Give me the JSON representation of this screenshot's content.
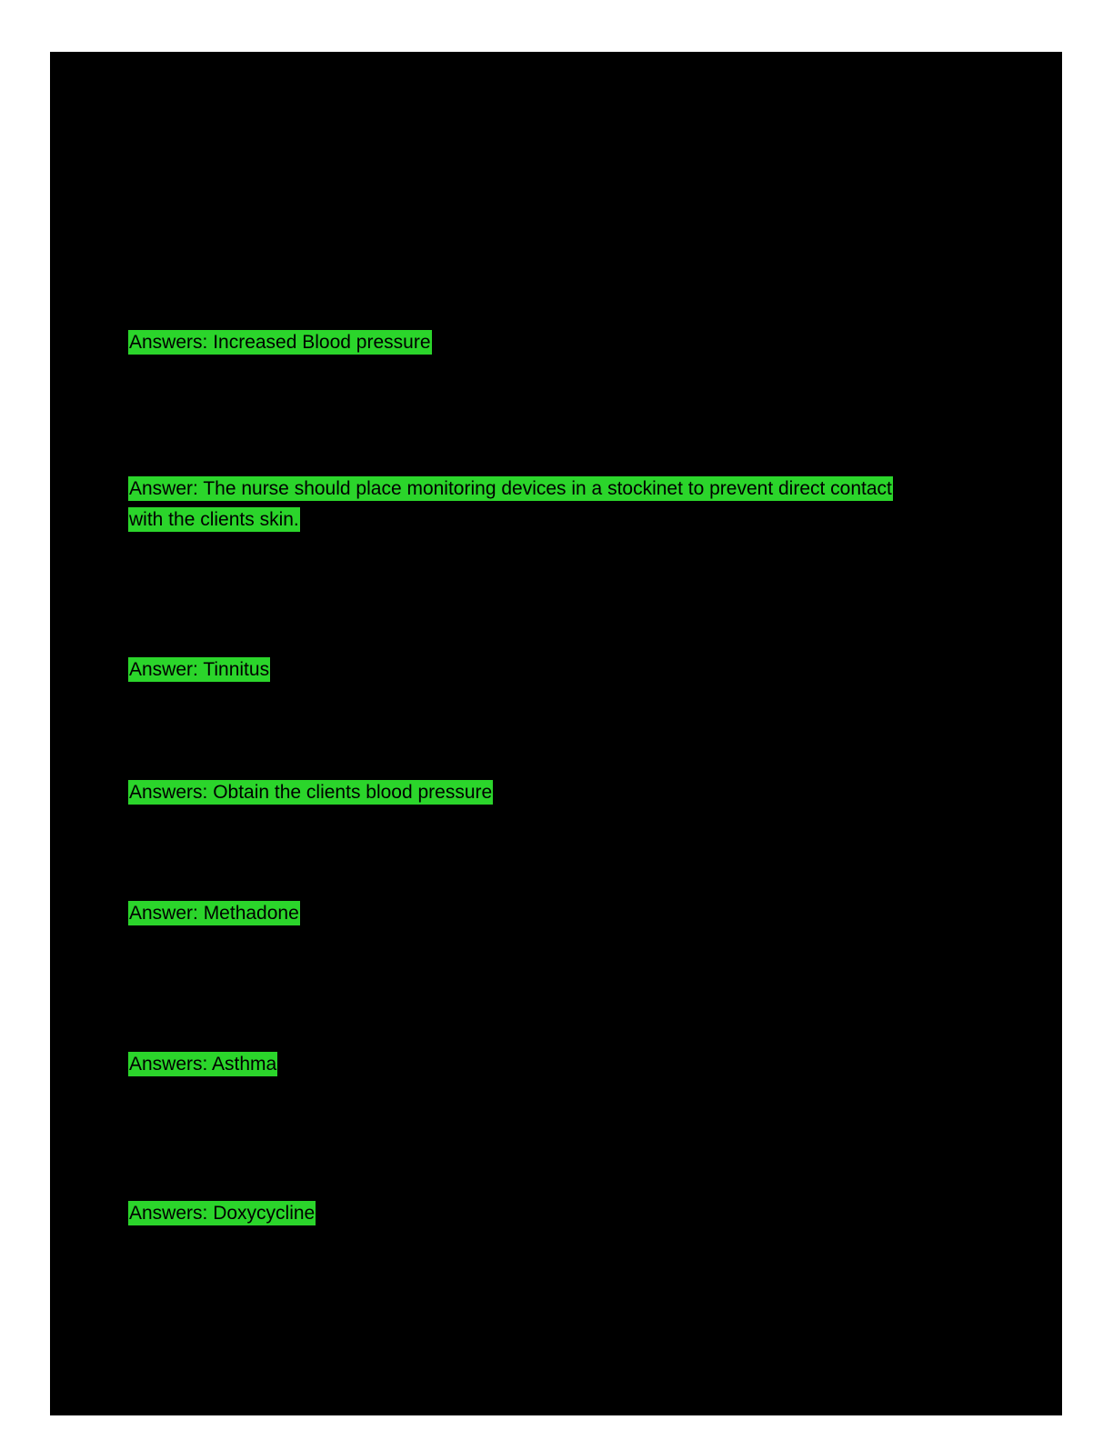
{
  "page": {
    "background_color": "#ffffff",
    "content_background_color": "#000000",
    "highlight_color": "#2bd52b",
    "text_color": "#000000"
  },
  "answers": [
    {
      "text": "Answers: Increased Blood pressure"
    },
    {
      "text": "Answer: The nurse should place monitoring devices in a stockinet to prevent direct contact with the clients skin."
    },
    {
      "text": "Answer: Tinnitus"
    },
    {
      "text": "Answers: Obtain the clients blood pressure"
    },
    {
      "text": "Answer: Methadone"
    },
    {
      "text": "Answers: Asthma"
    },
    {
      "text": "Answers: Doxycycline"
    }
  ]
}
